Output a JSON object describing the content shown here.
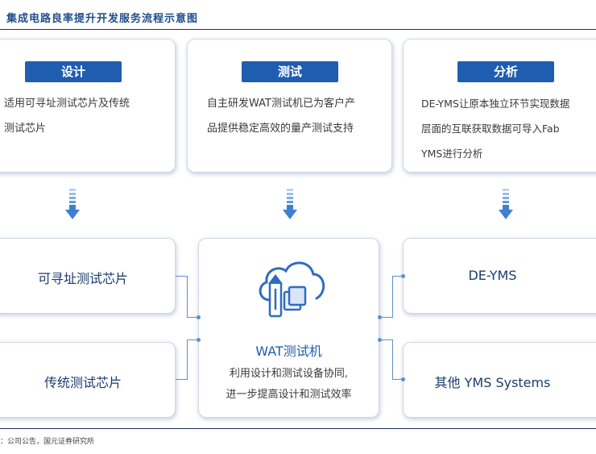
{
  "header": {
    "title": "集成电路良率提升开发服务流程示意图",
    "source": "：公司公告，国元证券研究所"
  },
  "top_cards": [
    {
      "label": "设计",
      "lines": [
        "适用可寻址测试芯片及传统",
        "测试芯片"
      ]
    },
    {
      "label": "测试",
      "lines": [
        "自主研发WAT测试机已为客户产",
        "品提供稳定高效的量产测试支持"
      ]
    },
    {
      "label": "分析",
      "lines": [
        "DE-YMS让原本独立环节实现数据",
        "层面的互联获取数据可导入Fab",
        "YMS进行分析"
      ]
    }
  ],
  "left_cards": [
    "可寻址测试芯片",
    "传统测试芯片"
  ],
  "center_card": {
    "title": "WAT测试机",
    "lines": [
      "利用设计和测试设备协同,",
      "进一步提高设计和测试效率"
    ],
    "icon": "cloud-transfer-icon"
  },
  "right_cards": [
    "DE-YMS",
    "其他 YMS Systems"
  ],
  "colors": {
    "accent": "#1f5db0",
    "arrow": "#3f7fd0",
    "connector": "#5b8fd1",
    "title": "#1f4e8c"
  }
}
